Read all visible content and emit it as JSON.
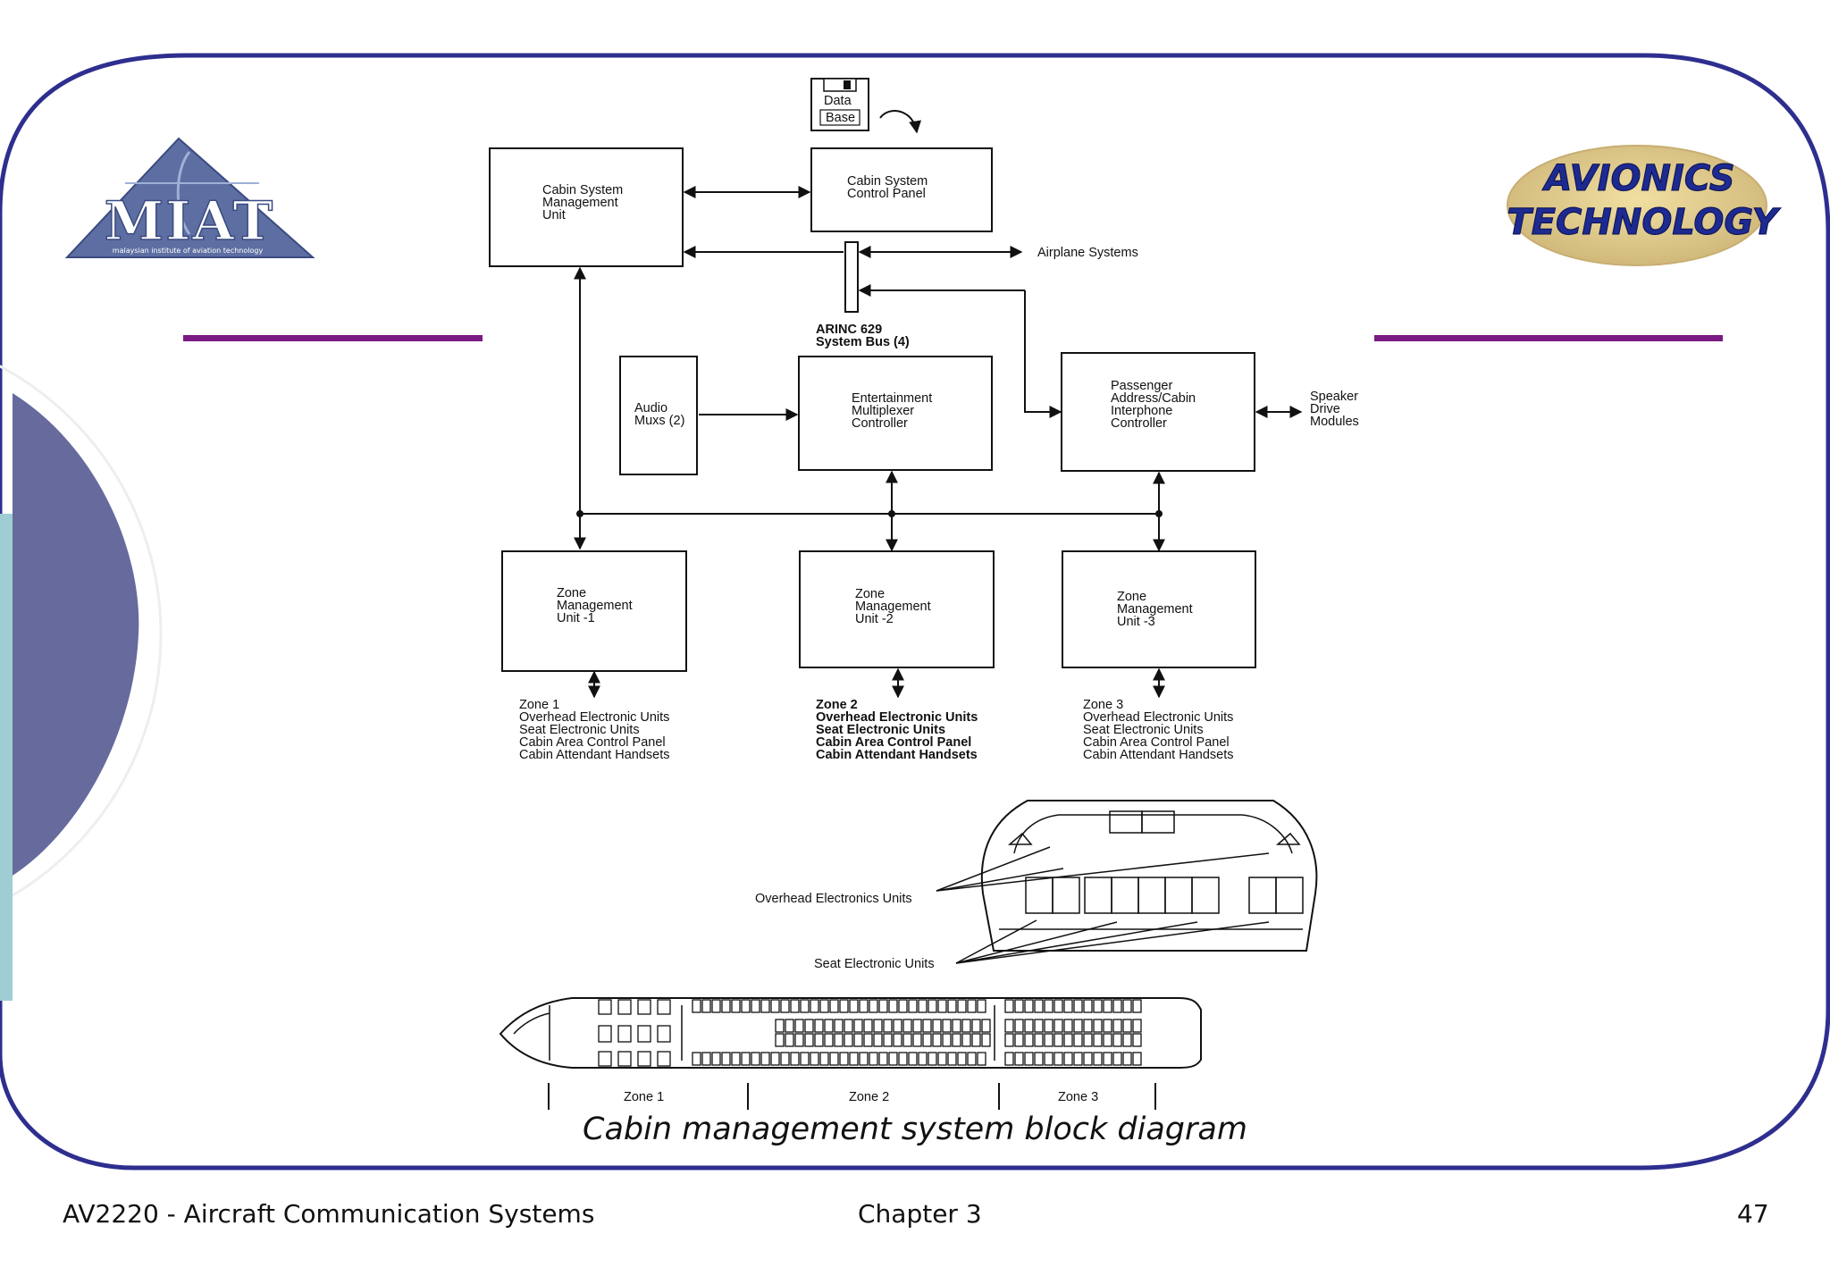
{
  "slide": {
    "logo": {
      "letters": "MIAT",
      "tagline": "malaysian institute of aviation technology"
    },
    "badge": {
      "line1": "AVIONICS",
      "line2": "TECHNOLOGY"
    },
    "caption": "Cabin management system block diagram",
    "footer": {
      "course": "AV2220 - Aircraft Communication Systems",
      "chapter": "Chapter 3",
      "page": "47"
    }
  },
  "diagram": {
    "database": {
      "line1": "Data",
      "line2": "Base"
    },
    "csmu": [
      "Cabin System",
      "Management",
      "Unit"
    ],
    "cscp": [
      "Cabin System",
      "Control Panel"
    ],
    "airplane_systems": "Airplane Systems",
    "bus": [
      "ARINC 629",
      "System Bus (4)"
    ],
    "audio": [
      "Audio",
      "Muxs (2)"
    ],
    "emc": [
      "Entertainment",
      "Multiplexer",
      "Controller"
    ],
    "pa": [
      "Passenger",
      "Address/Cabin",
      "Interphone",
      "Controller"
    ],
    "speaker": [
      "Speaker",
      "Drive",
      "Modules"
    ],
    "zmu1": [
      "Zone",
      "Management",
      "Unit -1"
    ],
    "zmu2": [
      "Zone",
      "Management",
      "Unit -2"
    ],
    "zmu3": [
      "Zone",
      "Management",
      "Unit -3"
    ],
    "zone1_list": [
      "Zone 1",
      "Overhead Electronic Units",
      "Seat Electronic Units",
      "Cabin Area Control Panel",
      "Cabin Attendant Handsets"
    ],
    "zone2_list": [
      "Zone 2",
      "Overhead Electronic Units",
      "Seat Electronic Units",
      "Cabin Area Control Panel",
      "Cabin Attendant Handsets"
    ],
    "zone3_list": [
      "Zone 3",
      "Overhead Electronic Units",
      "Seat Electronic Units",
      "Cabin Area Control Panel",
      "Cabin Attendant Handsets"
    ],
    "cross_section": {
      "overhead": "Overhead Electronics Units",
      "seat": "Seat Electronic Units"
    },
    "zones": [
      "Zone 1",
      "Zone 2",
      "Zone 3"
    ]
  }
}
